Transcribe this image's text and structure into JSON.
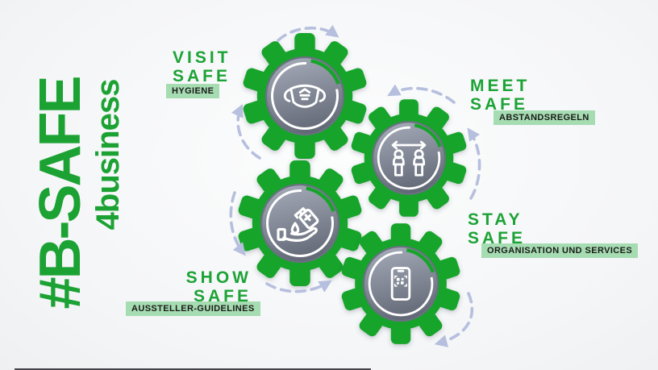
{
  "brand": {
    "hashtag_title": "#B-SAFE",
    "subtitle": "4business"
  },
  "sections": [
    {
      "id": "visit",
      "line1": "VISIT",
      "line2": "SAFE",
      "badge": "HYGIENE",
      "icon": "face-mask-icon"
    },
    {
      "id": "meet",
      "line1": "MEET",
      "line2": "SAFE",
      "badge": "ABSTANDSREGELN",
      "icon": "social-distance-icon"
    },
    {
      "id": "show",
      "line1": "SHOW",
      "line2": "SAFE",
      "badge": "AUSSTELLER-GUIDELINES",
      "icon": "hand-sanitizer-icon"
    },
    {
      "id": "stay",
      "line1": "STAY",
      "line2": "SAFE",
      "badge": "ORGANISATION UND SERVICES",
      "icon": "qr-code-phone-icon"
    }
  ],
  "colors": {
    "brand_green": "#16a42e",
    "text_green": "#1ca336",
    "badge_background": "#a6dcb2",
    "badge_text": "#1b1b19",
    "gear_center_top": "#a0a6b4",
    "gear_center_bottom": "#636974",
    "arrow": "#b6bfde",
    "icon_stroke": "#ffffff",
    "background": "#f4f5f7"
  }
}
